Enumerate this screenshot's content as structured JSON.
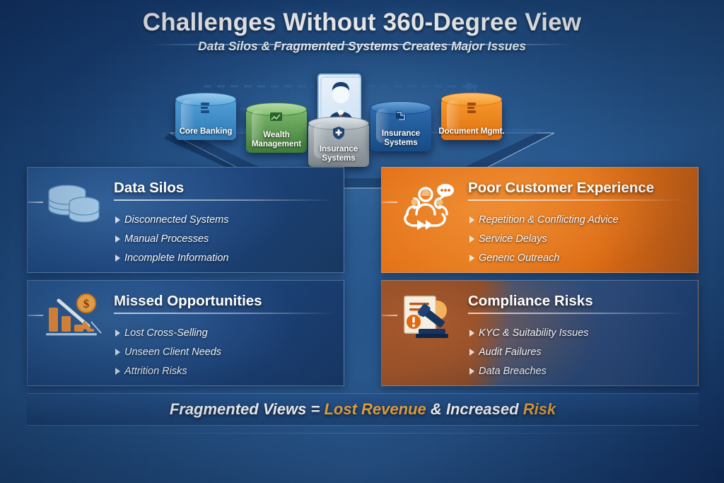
{
  "header": {
    "title": "Challenges Without 360-Degree View",
    "subtitle": "Data Silos & Fragmented Systems Creates Major Issues"
  },
  "colors": {
    "accent_orange": "#f0a83c",
    "panel_blue": "#1a4178",
    "panel_orange": "#e2690f",
    "panel_brown": "#8c4a26",
    "background_blue": "#1d4678"
  },
  "diagram": {
    "center_icon": "person-avatar-icon",
    "systems": [
      {
        "label": "Core Banking",
        "color": "#3d87c4",
        "icon": "database-icon"
      },
      {
        "label": "Wealth Management",
        "color": "#6ba75a",
        "icon": "chart-document-icon"
      },
      {
        "label": "Insurance Systems",
        "color": "#9aa3a8",
        "icon": "shield-plus-icon"
      },
      {
        "label": "Insurance Systems",
        "color": "#1e4f8f",
        "icon": "enter-arrow-icon"
      },
      {
        "label": "Document Mgmt.",
        "color": "#ee8a22",
        "icon": "document-lines-icon"
      }
    ]
  },
  "quadrants": [
    {
      "id": "data-silos",
      "title": "Data Silos",
      "icon": "stacked-databases-icon",
      "items": [
        "Disconnected Systems",
        "Manual Processes",
        "Incomplete Information"
      ]
    },
    {
      "id": "poor-customer-experience",
      "title": "Poor Customer Experience",
      "icon": "people-speech-bubble-icon",
      "items": [
        "Repetition & Conflicting Advice",
        "Service Delays",
        "Generic Outreach"
      ]
    },
    {
      "id": "missed-opportunities",
      "title": "Missed Opportunities",
      "icon": "declining-bar-chart-dollar-icon",
      "items": [
        "Lost Cross-Selling",
        "Unseen Client Needs",
        "Attrition Risks"
      ]
    },
    {
      "id": "compliance-risks",
      "title": "Compliance Risks",
      "icon": "gavel-document-warning-icon",
      "items": [
        "KYC & Suitability Issues",
        "Audit Failures",
        "Data Breaches"
      ]
    }
  ],
  "footer": {
    "part1": "Fragmented Views = ",
    "highlight1": "Lost Revenue",
    "part2": " & Increased ",
    "highlight2": "Risk"
  }
}
